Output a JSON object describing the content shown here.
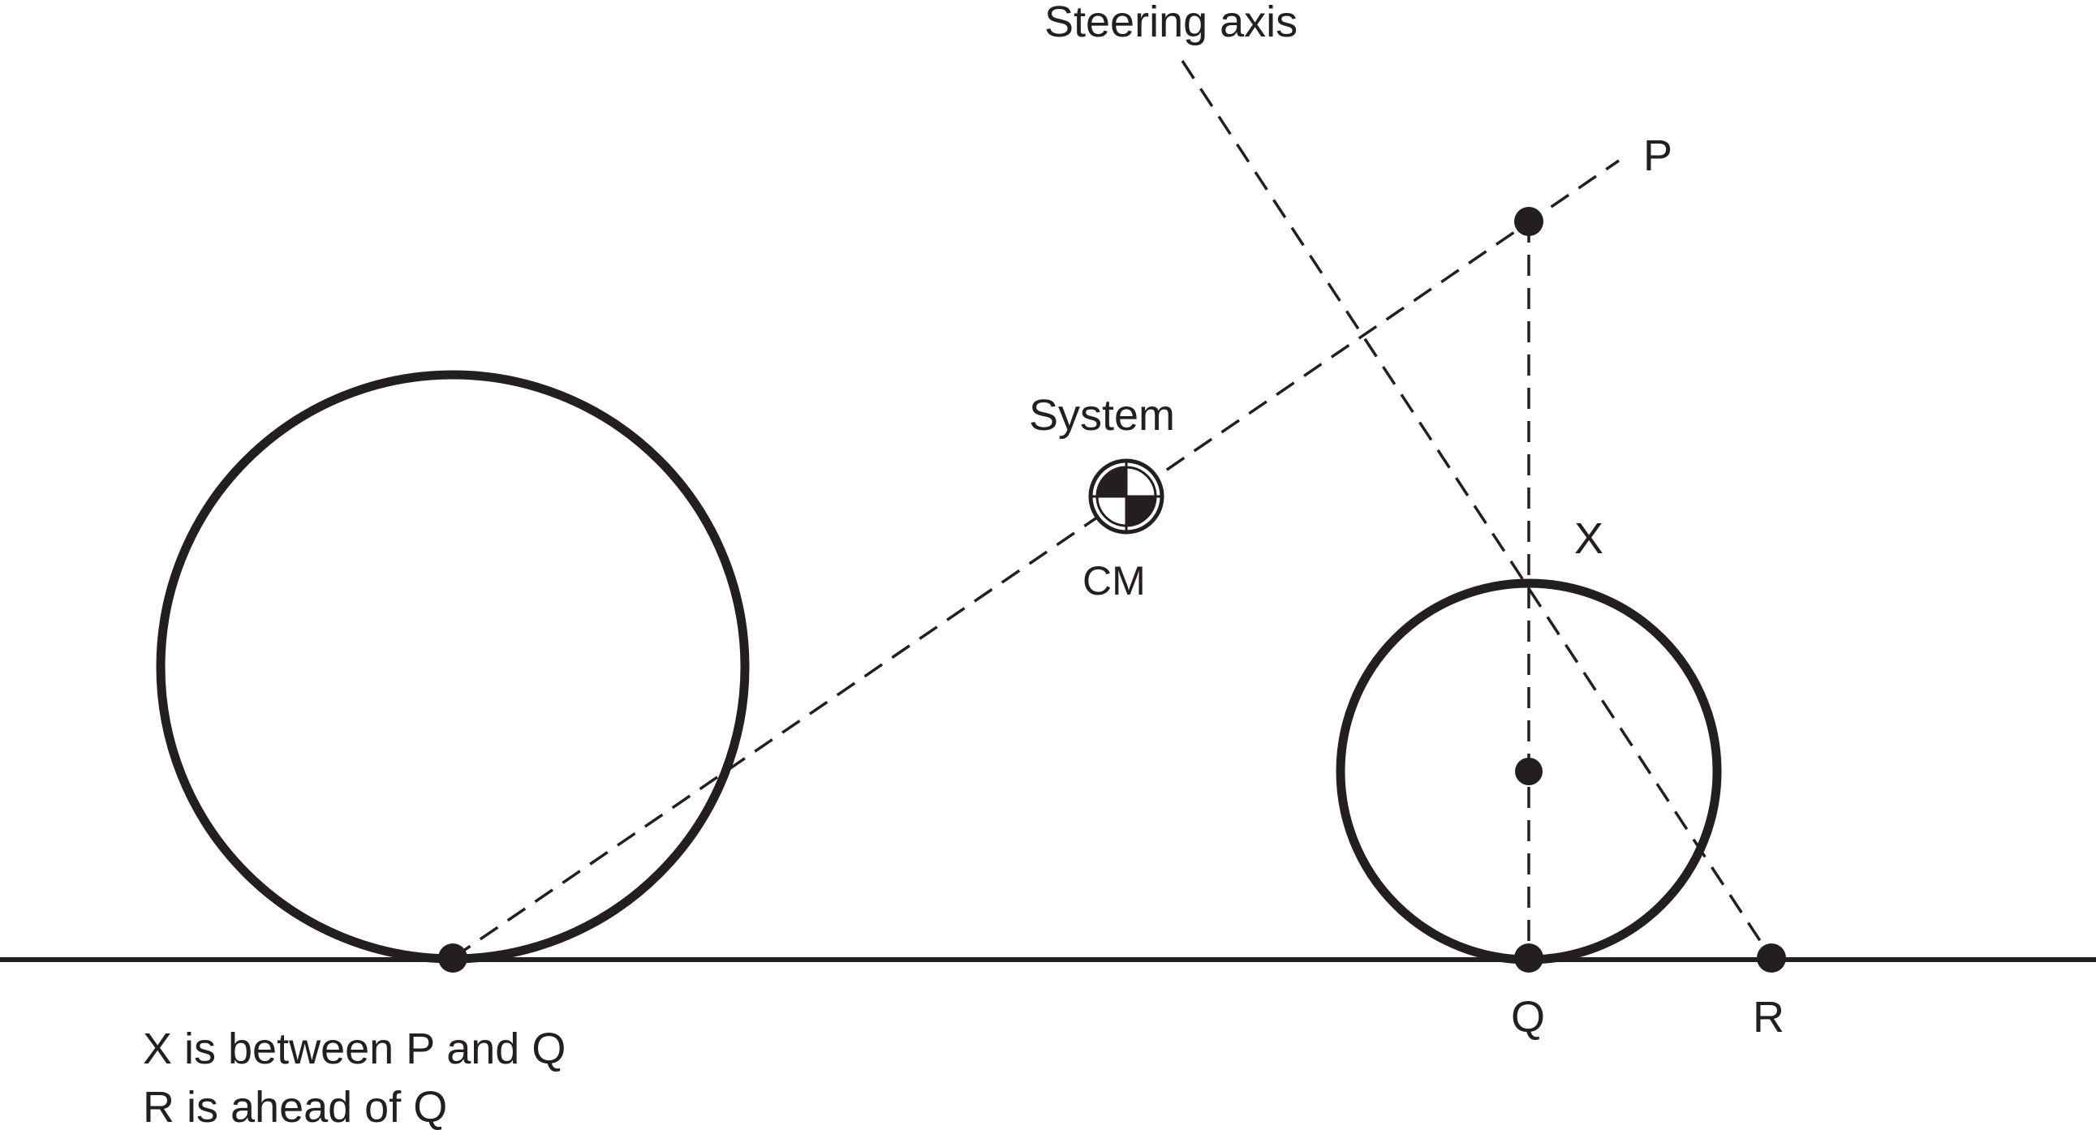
{
  "labels": {
    "steering_axis": "Steering axis",
    "p": "P",
    "system": "System",
    "cm": "CM",
    "x": "X",
    "q": "Q",
    "r": "R"
  },
  "notes": [
    "X is between P and Q",
    "R is ahead of Q"
  ],
  "colors": {
    "ink": "#231f20",
    "background": "#ffffff"
  },
  "icons": {
    "cm_symbol": "center-of-mass-icon"
  }
}
